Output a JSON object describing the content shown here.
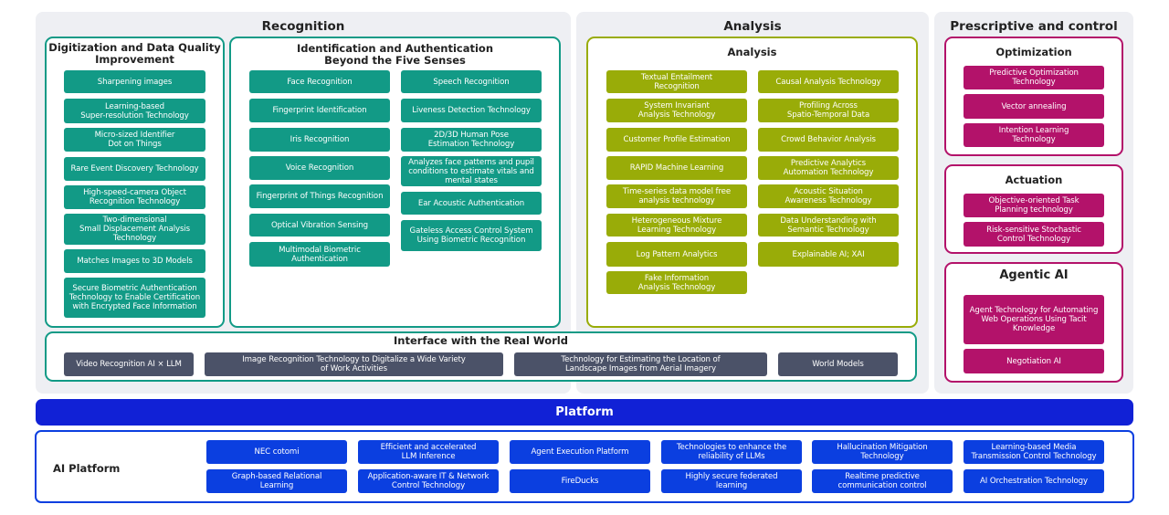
{
  "colors": {
    "recognition": "#129a86",
    "analysis": "#99ac08",
    "prescriptive": "#b3126a",
    "interface": "#4b5268",
    "platform_bar": "#1121d6",
    "platform_chip": "#0b3fe0",
    "panel_bg": "#eeeff3"
  },
  "recognition": {
    "title": "Recognition",
    "digitization": {
      "title": "Digitization and Data Quality\nImprovement",
      "items": [
        "Sharpening images",
        "Learning-based\nSuper-resolution Technology",
        "Micro-sized Identifier\nDot on Things",
        "Rare Event Discovery Technology",
        "High-speed-camera Object\nRecognition Technology",
        "Two-dimensional\nSmall Displacement Analysis\nTechnology",
        "Matches Images to 3D Models",
        "Secure Biometric Authentication\nTechnology to Enable Certification\nwith Encrypted Face Information"
      ]
    },
    "identification": {
      "title": "Identification and Authentication\nBeyond the Five Senses",
      "left_items": [
        "Face Recognition",
        "Fingerprint Identification",
        "Iris Recognition",
        "Voice Recognition",
        "Fingerprint of Things Recognition",
        "Optical Vibration Sensing",
        "Multimodal Biometric\nAuthentication"
      ],
      "right_items": [
        "Speech Recognition",
        "Liveness Detection Technology",
        "2D/3D Human Pose\nEstimation Technology",
        "Analyzes face patterns and pupil\nconditions to estimate vitals and\nmental states",
        "Ear Acoustic Authentication",
        "Gateless Access Control System\nUsing Biometric Recognition"
      ]
    }
  },
  "analysis": {
    "title": "Analysis",
    "box_title": "Analysis",
    "left_items": [
      "Textual Entailment\nRecognition",
      "System Invariant\nAnalysis Technology",
      "Customer Profile Estimation",
      "RAPID Machine Learning",
      "Time-series data model free\nanalysis technology",
      "Heterogeneous Mixture\nLearning Technology",
      "Log Pattern Analytics",
      "Fake Information\nAnalysis Technology"
    ],
    "right_items": [
      "Causal Analysis Technology",
      "Profiling Across\nSpatio-Temporal Data",
      "Crowd Behavior Analysis",
      "Predictive Analytics\nAutomation Technology",
      "Acoustic Situation\nAwareness Technology",
      "Data Understanding with\nSemantic Technology",
      "Explainable AI; XAI"
    ]
  },
  "interface": {
    "title": "Interface with the Real World",
    "items": [
      "Video Recognition AI × LLM",
      "Image Recognition Technology to Digitalize a Wide Variety\nof Work Activities",
      "Technology for Estimating the Location of\nLandscape Images from Aerial Imagery",
      "World Models"
    ]
  },
  "prescriptive": {
    "title": "Prescriptive and control",
    "optimization": {
      "title": "Optimization",
      "items": [
        "Predictive Optimization\nTechnology",
        "Vector annealing",
        "Intention Learning\nTechnology"
      ]
    },
    "actuation": {
      "title": "Actuation",
      "items": [
        "Objective-oriented Task\nPlanning technology",
        "Risk-sensitive Stochastic\nControl Technology"
      ]
    },
    "agentic": {
      "title": "Agentic AI",
      "items": [
        "Agent Technology for Automating\nWeb Operations Using Tacit\nKnowledge",
        "Negotiation AI"
      ]
    }
  },
  "platform": {
    "title": "Platform",
    "ai_platform_label": "AI Platform",
    "top_row": [
      "NEC cotomi",
      "Efficient and accelerated\nLLM Inference",
      "Agent Execution Platform",
      "Technologies to enhance the\nreliability of LLMs",
      "Hallucination Mitigation\nTechnology",
      "Learning-based Media\nTransmission Control Technology"
    ],
    "bottom_row": [
      "Graph-based Relational\nLearning",
      "Application-aware IT & Network\nControl Technology",
      "FireDucks",
      "Highly secure federated\nlearning",
      "Realtime predictive\ncommunication control",
      "AI Orchestration Technology"
    ]
  }
}
